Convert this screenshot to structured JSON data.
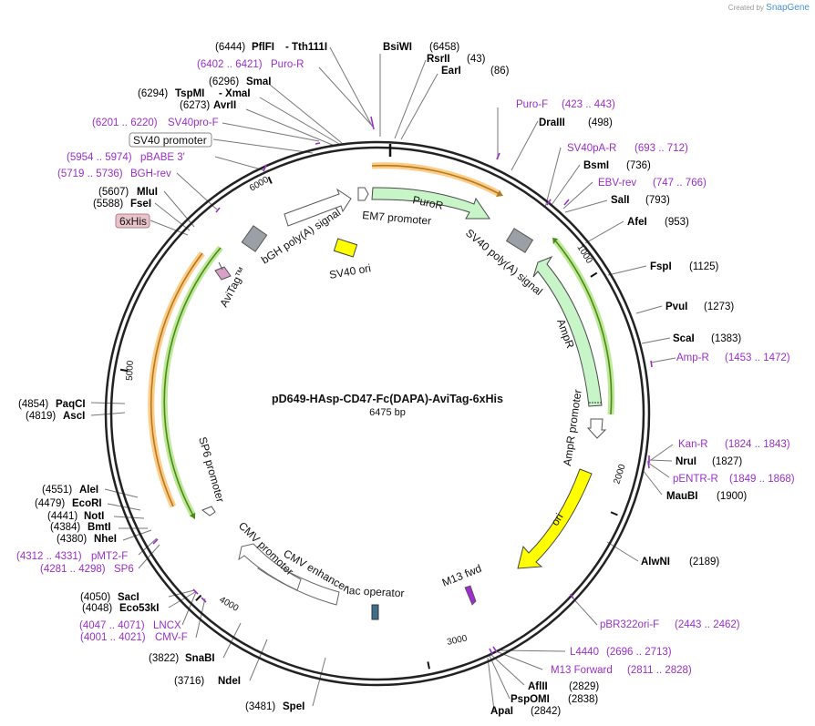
{
  "credit": {
    "prefix": "Created by",
    "brand": "SnapGene"
  },
  "plasmid": {
    "name": "pD649-HAsp-CD47-Fc(DAPA)-AviTag-6xHis",
    "length_label": "6475 bp",
    "length": 6475
  },
  "colors": {
    "enzyme": "#000000",
    "primer": "#9b2fc9",
    "puroR": "#c8f5c8",
    "ampR": "#c8f5c8",
    "ori": "#ffff00",
    "orange_band": "#ffcc88",
    "green_band": "#99dd66"
  },
  "ticks": [
    {
      "pos": 1000,
      "label": "1000"
    },
    {
      "pos": 2000,
      "label": "2000"
    },
    {
      "pos": 3000,
      "label": "3000"
    },
    {
      "pos": 4000,
      "label": "4000"
    },
    {
      "pos": 5000,
      "label": "5000"
    },
    {
      "pos": 6000,
      "label": "6000"
    }
  ],
  "labels": [
    {
      "text": "(6444)",
      "bold": false,
      "color": "enzyme",
      "pos": 6444
    },
    {
      "text": "PflFI",
      "bold": true,
      "color": "enzyme"
    },
    {
      "text": "- Tth111I",
      "bold": true,
      "color": "enzyme"
    },
    {
      "text": "BsiWI",
      "bold": true,
      "color": "enzyme",
      "pos": 6458
    },
    {
      "text": "(6458)",
      "bold": false,
      "color": "enzyme"
    },
    {
      "text": "(6402 .. 6421)",
      "bold": false,
      "color": "primer"
    },
    {
      "text": "Puro-R",
      "bold": false,
      "color": "primer"
    },
    {
      "text": "RsrII",
      "bold": true,
      "color": "enzyme",
      "pos": 43
    },
    {
      "text": "(43)",
      "bold": false,
      "color": "enzyme"
    },
    {
      "text": "EarI",
      "bold": true,
      "color": "enzyme",
      "pos": 86
    },
    {
      "text": "(86)",
      "bold": false,
      "color": "enzyme"
    },
    {
      "text": "(6296)",
      "bold": false,
      "color": "enzyme"
    },
    {
      "text": "SmaI",
      "bold": true,
      "color": "enzyme",
      "pos": 6296
    },
    {
      "text": "(6294)",
      "bold": false,
      "color": "enzyme"
    },
    {
      "text": "TspMI",
      "bold": true,
      "color": "enzyme",
      "pos": 6294
    },
    {
      "text": "- XmaI",
      "bold": true,
      "color": "enzyme"
    },
    {
      "text": "(6273)",
      "bold": false,
      "color": "enzyme"
    },
    {
      "text": "AvrII",
      "bold": true,
      "color": "enzyme",
      "pos": 6273
    },
    {
      "text": "(6201 .. 6220)",
      "bold": false,
      "color": "primer"
    },
    {
      "text": "SV40pro-F",
      "bold": false,
      "color": "primer"
    },
    {
      "text": "Puro-F",
      "bold": false,
      "color": "primer"
    },
    {
      "text": "(423 .. 443)",
      "bold": false,
      "color": "primer"
    },
    {
      "text": "DraIII",
      "bold": true,
      "color": "enzyme",
      "pos": 498
    },
    {
      "text": "(498)",
      "bold": false,
      "color": "enzyme"
    },
    {
      "text": "(5954 .. 5974)",
      "bold": false,
      "color": "primer"
    },
    {
      "text": "pBABE 3'",
      "bold": false,
      "color": "primer"
    },
    {
      "text": "(5719 .. 5736)",
      "bold": false,
      "color": "primer"
    },
    {
      "text": "BGH-rev",
      "bold": false,
      "color": "primer"
    },
    {
      "text": "SV40pA-R",
      "bold": false,
      "color": "primer"
    },
    {
      "text": "(693 .. 712)",
      "bold": false,
      "color": "primer"
    },
    {
      "text": "BsmI",
      "bold": true,
      "color": "enzyme",
      "pos": 736
    },
    {
      "text": "(736)",
      "bold": false,
      "color": "enzyme"
    },
    {
      "text": "EBV-rev",
      "bold": false,
      "color": "primer"
    },
    {
      "text": "(747 .. 766)",
      "bold": false,
      "color": "primer"
    },
    {
      "text": "SalI",
      "bold": true,
      "color": "enzyme",
      "pos": 793
    },
    {
      "text": "(793)",
      "bold": false,
      "color": "enzyme"
    },
    {
      "text": "(5607)",
      "bold": false,
      "color": "enzyme"
    },
    {
      "text": "MluI",
      "bold": true,
      "color": "enzyme",
      "pos": 5607
    },
    {
      "text": "(5588)",
      "bold": false,
      "color": "enzyme"
    },
    {
      "text": "FseI",
      "bold": true,
      "color": "enzyme",
      "pos": 5588
    },
    {
      "text": "AfeI",
      "bold": true,
      "color": "enzyme",
      "pos": 953
    },
    {
      "text": "(953)",
      "bold": false,
      "color": "enzyme"
    },
    {
      "text": "FspI",
      "bold": true,
      "color": "enzyme",
      "pos": 1125
    },
    {
      "text": "(1125)",
      "bold": false,
      "color": "enzyme"
    },
    {
      "text": "PvuI",
      "bold": true,
      "color": "enzyme",
      "pos": 1273
    },
    {
      "text": "(1273)",
      "bold": false,
      "color": "enzyme"
    },
    {
      "text": "ScaI",
      "bold": true,
      "color": "enzyme",
      "pos": 1383
    },
    {
      "text": "(1383)",
      "bold": false,
      "color": "enzyme"
    },
    {
      "text": "Amp-R",
      "bold": false,
      "color": "primer"
    },
    {
      "text": "(1453 .. 1472)",
      "bold": false,
      "color": "primer"
    },
    {
      "text": "(4854)",
      "bold": false,
      "color": "enzyme"
    },
    {
      "text": "PaqCI",
      "bold": true,
      "color": "enzyme",
      "pos": 4854
    },
    {
      "text": "(4819)",
      "bold": false,
      "color": "enzyme"
    },
    {
      "text": "AscI",
      "bold": true,
      "color": "enzyme",
      "pos": 4819
    },
    {
      "text": "Kan-R",
      "bold": false,
      "color": "primer"
    },
    {
      "text": "(1824 .. 1843)",
      "bold": false,
      "color": "primer"
    },
    {
      "text": "NruI",
      "bold": true,
      "color": "enzyme",
      "pos": 1827
    },
    {
      "text": "(1827)",
      "bold": false,
      "color": "enzyme"
    },
    {
      "text": "pENTR-R",
      "bold": false,
      "color": "primer"
    },
    {
      "text": "(1849 .. 1868)",
      "bold": false,
      "color": "primer"
    },
    {
      "text": "MauBI",
      "bold": true,
      "color": "enzyme",
      "pos": 1900
    },
    {
      "text": "(1900)",
      "bold": false,
      "color": "enzyme"
    },
    {
      "text": "(4551)",
      "bold": false,
      "color": "enzyme"
    },
    {
      "text": "AleI",
      "bold": true,
      "color": "enzyme",
      "pos": 4551
    },
    {
      "text": "(4479)",
      "bold": false,
      "color": "enzyme"
    },
    {
      "text": "EcoRI",
      "bold": true,
      "color": "enzyme",
      "pos": 4479
    },
    {
      "text": "(4441)",
      "bold": false,
      "color": "enzyme"
    },
    {
      "text": "NotI",
      "bold": true,
      "color": "enzyme",
      "pos": 4441
    },
    {
      "text": "(4384)",
      "bold": false,
      "color": "enzyme"
    },
    {
      "text": "BmtI",
      "bold": true,
      "color": "enzyme",
      "pos": 4384
    },
    {
      "text": "(4380)",
      "bold": false,
      "color": "enzyme"
    },
    {
      "text": "NheI",
      "bold": true,
      "color": "enzyme",
      "pos": 4380
    },
    {
      "text": "(4312 .. 4331)",
      "bold": false,
      "color": "primer"
    },
    {
      "text": "pMT2-F",
      "bold": false,
      "color": "primer"
    },
    {
      "text": "(4281 .. 4298)",
      "bold": false,
      "color": "primer"
    },
    {
      "text": "SP6",
      "bold": false,
      "color": "primer"
    },
    {
      "text": "AlwNI",
      "bold": true,
      "color": "enzyme",
      "pos": 2189
    },
    {
      "text": "(2189)",
      "bold": false,
      "color": "enzyme"
    },
    {
      "text": "(4050)",
      "bold": false,
      "color": "enzyme"
    },
    {
      "text": "SacI",
      "bold": true,
      "color": "enzyme",
      "pos": 4050
    },
    {
      "text": "(4048)",
      "bold": false,
      "color": "enzyme"
    },
    {
      "text": "Eco53kI",
      "bold": true,
      "color": "enzyme",
      "pos": 4048
    },
    {
      "text": "pBR322ori-F",
      "bold": false,
      "color": "primer"
    },
    {
      "text": "(2443 .. 2462)",
      "bold": false,
      "color": "primer"
    },
    {
      "text": "(4047 .. 4071)",
      "bold": false,
      "color": "primer"
    },
    {
      "text": "LNCX",
      "bold": false,
      "color": "primer"
    },
    {
      "text": "(4001 .. 4021)",
      "bold": false,
      "color": "primer"
    },
    {
      "text": "CMV-F",
      "bold": false,
      "color": "primer"
    },
    {
      "text": "L4440",
      "bold": false,
      "color": "primer"
    },
    {
      "text": "(2696 .. 2713)",
      "bold": false,
      "color": "primer"
    },
    {
      "text": "(3822)",
      "bold": false,
      "color": "enzyme"
    },
    {
      "text": "SnaBI",
      "bold": true,
      "color": "enzyme",
      "pos": 3822
    },
    {
      "text": "M13 Forward",
      "bold": false,
      "color": "primer"
    },
    {
      "text": "(2811 .. 2828)",
      "bold": false,
      "color": "primer"
    },
    {
      "text": "(3716)",
      "bold": false,
      "color": "enzyme"
    },
    {
      "text": "NdeI",
      "bold": true,
      "color": "enzyme",
      "pos": 3716
    },
    {
      "text": "AflII",
      "bold": true,
      "color": "enzyme",
      "pos": 2829
    },
    {
      "text": "(2829)",
      "bold": false,
      "color": "enzyme"
    },
    {
      "text": "PspOMI",
      "bold": true,
      "color": "enzyme",
      "pos": 2838
    },
    {
      "text": "(2838)",
      "bold": false,
      "color": "enzyme"
    },
    {
      "text": "(3481)",
      "bold": false,
      "color": "enzyme"
    },
    {
      "text": "SpeI",
      "bold": true,
      "color": "enzyme",
      "pos": 3481
    },
    {
      "text": "ApaI",
      "bold": true,
      "color": "enzyme",
      "pos": 2842
    },
    {
      "text": "(2842)",
      "bold": false,
      "color": "enzyme"
    }
  ],
  "boxed_labels": [
    {
      "text": "SV40 promoter"
    },
    {
      "text": "6xHis"
    }
  ],
  "features": [
    {
      "name": "PuroR",
      "start": 0,
      "end": 600,
      "type": "cds"
    },
    {
      "name": "EM7 promoter",
      "start": 6450,
      "end": 6475,
      "type": "promoter"
    },
    {
      "name": "SV40 poly(A) signal",
      "start": 700,
      "end": 822,
      "type": "polyA"
    },
    {
      "name": "AmpR",
      "start": 900,
      "end": 1760,
      "type": "cds"
    },
    {
      "name": "AmpR promoter",
      "start": 1760,
      "end": 1865,
      "type": "promoter"
    },
    {
      "name": "ori",
      "start": 2030,
      "end": 2620,
      "type": "origin"
    },
    {
      "name": "M13 fwd",
      "start": 2810,
      "end": 2830,
      "type": "primer_bind"
    },
    {
      "name": "lac operator",
      "start": 3130,
      "end": 3150,
      "type": "misc"
    },
    {
      "name": "CMV enhancer",
      "start": 3300,
      "end": 3680,
      "type": "enhancer"
    },
    {
      "name": "CMV promoter",
      "start": 3680,
      "end": 3880,
      "type": "promoter"
    },
    {
      "name": "SP6 promoter",
      "start": 4300,
      "end": 4330,
      "type": "promoter"
    },
    {
      "name": "AviTag™",
      "start": 5500,
      "end": 5530,
      "type": "tag"
    },
    {
      "name": "bGH poly(A) signal",
      "start": 5700,
      "end": 5925,
      "type": "polyA"
    },
    {
      "name": "SV40 ori",
      "start": 6080,
      "end": 6150,
      "type": "origin"
    }
  ]
}
